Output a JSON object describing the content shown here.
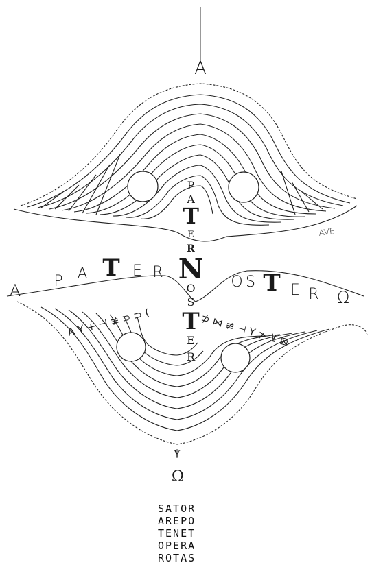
{
  "top_symbol": "A",
  "bottom_symbol": "Ω",
  "ave_label": "AVE",
  "vertical_word": [
    "P",
    "A",
    "T",
    "E",
    "R",
    "N",
    "O",
    "S",
    "T",
    "E",
    "R"
  ],
  "left_horizontal": [
    "A",
    "P",
    "A",
    "T",
    "E",
    "R"
  ],
  "right_horizontal": [
    "O",
    "S",
    "T",
    "E",
    "R",
    "Ω"
  ],
  "left_glyph_band": "A Y + ⊣ ≢ ⊃ ⊃ (",
  "right_glyph_band": "⊅ ⋈ ≢ ⊣ Y ≯ ⊻ ⊠",
  "sator_square": [
    "SATOR",
    "AREPO",
    "TENET",
    "OPERA",
    "ROTAS"
  ],
  "colors": {
    "ink": "#1a1a1a",
    "paper": "#ffffff"
  }
}
